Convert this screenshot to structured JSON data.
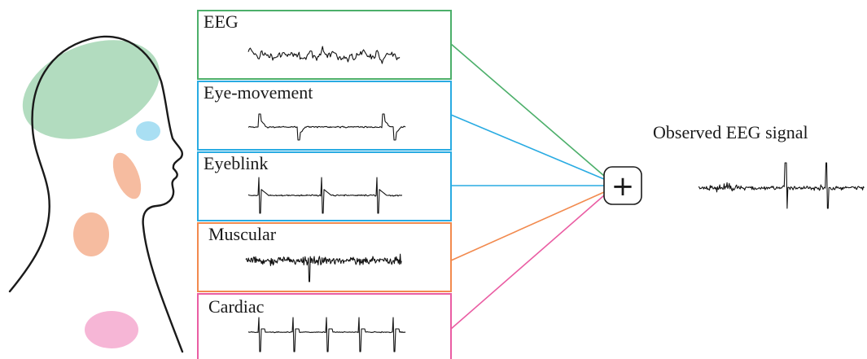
{
  "sources": [
    {
      "id": "eeg",
      "label": "EEG",
      "color": "#4caf6a",
      "region_color": "#b2dcbf"
    },
    {
      "id": "eye",
      "label": "Eye-movement",
      "color": "#29abe2",
      "region_color": "#a9dff3"
    },
    {
      "id": "blink",
      "label": "Eyeblink",
      "color": "#29abe2",
      "region_color": "#f5b89e"
    },
    {
      "id": "muscle",
      "label": "Muscular",
      "color": "#f28a4e",
      "region_color": "#f6bca0"
    },
    {
      "id": "cardiac",
      "label": "Cardiac",
      "color": "#ea5da3",
      "region_color": "#f6b6d6"
    }
  ],
  "sum_node": {
    "symbol": "+"
  },
  "output": {
    "label": "Observed EEG signal"
  }
}
